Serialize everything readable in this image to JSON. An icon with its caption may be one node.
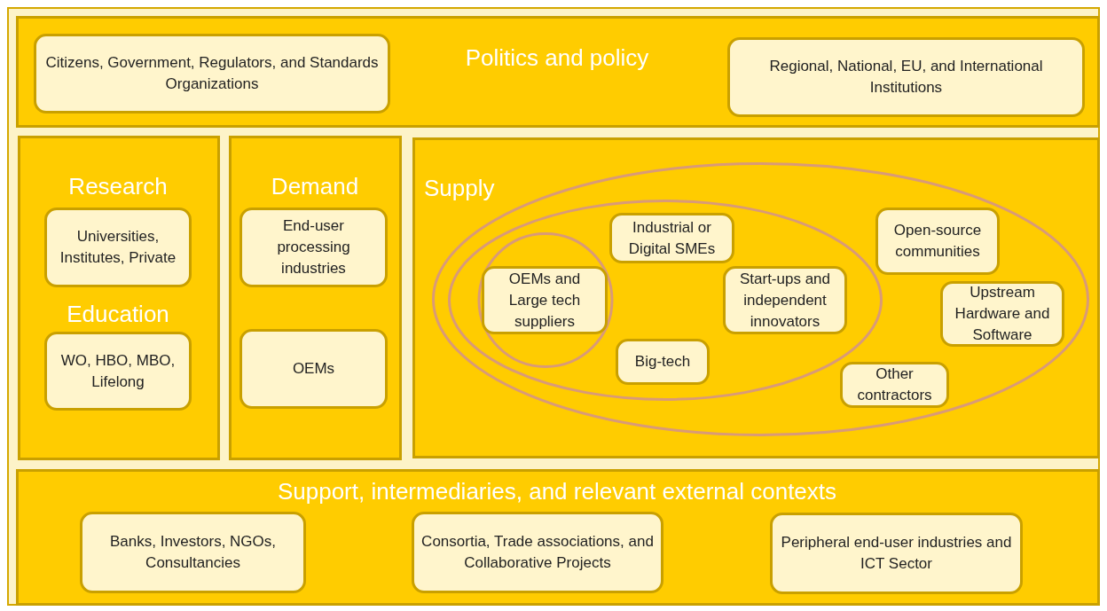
{
  "diagram": {
    "nodes": [
      {
        "text": [
          "Politics and policy"
        ]
      },
      {
        "text": [
          "Citizens, Government, Regulators, and Standards Organizations"
        ],
        "in": 0
      },
      {
        "text": [
          "Regional, National, EU, and International Institutions"
        ],
        "in": 0
      },
      {
        "text": [
          "Research",
          "Education"
        ]
      },
      {
        "text": [
          "Universities, Institutes, Private"
        ],
        "in": 3
      },
      {
        "text": [
          "WO, HBO, MBO, Lifelong"
        ],
        "in": 3
      },
      {
        "text": [
          "Demand"
        ]
      },
      {
        "text": [
          "End-user processing industries"
        ],
        "in": 6
      },
      {
        "text": [
          "OEMs"
        ],
        "in": 6
      },
      {
        "text": [
          "Supply"
        ]
      },
      {
        "text": [],
        "shape": "ellipse",
        "in": 9
      },
      {
        "text": [],
        "shape": "ellipse",
        "in": 10
      },
      {
        "text": [],
        "shape": "circle",
        "in": 11
      },
      {
        "text": [
          "OEMs and Large tech suppliers"
        ],
        "in": 12
      },
      {
        "text": [
          "Industrial or Digital SMEs"
        ],
        "in": 11
      },
      {
        "text": [
          "Start-ups and independent innovators"
        ],
        "in": 11
      },
      {
        "text": [
          "Big-tech"
        ],
        "in": 11
      },
      {
        "text": [
          "Open-source communities"
        ],
        "in": 10
      },
      {
        "text": [
          "Upstream Hardware and Software"
        ],
        "in": 10
      },
      {
        "text": [
          "Other contractors"
        ],
        "in": 10
      },
      {
        "text": [
          "Support, intermediaries, and relevant external contexts"
        ]
      },
      {
        "text": [
          "Banks, Investors, NGOs, Consultancies"
        ],
        "in": 20
      },
      {
        "text": [
          "Consortia, Trade associations, and Collaborative Projects"
        ],
        "in": 20
      },
      {
        "text": [
          "Peripheral end-user industries and ICT Sector"
        ],
        "in": 20
      }
    ]
  }
}
